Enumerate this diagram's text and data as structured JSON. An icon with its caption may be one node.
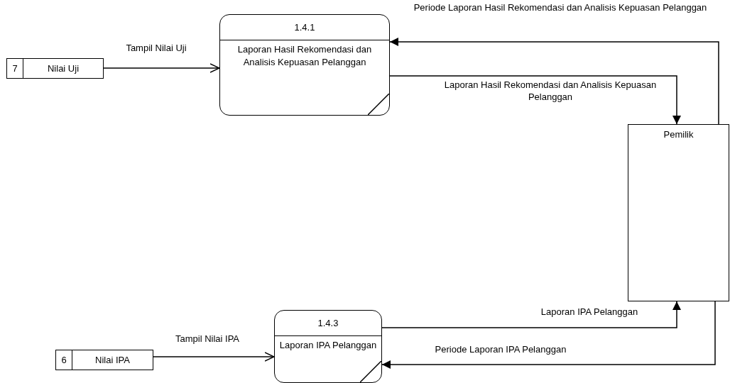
{
  "diagram": {
    "nodes": [
      {
        "text": [
          "1.4.1",
          "Laporan Hasil Rekomendasi dan Analisis Kepuasan Pelanggan"
        ]
      },
      {
        "text": [
          "7",
          "Nilai Uji"
        ]
      },
      {
        "text": [
          "Pemilik"
        ]
      },
      {
        "text": [
          "1.4.3",
          "Laporan IPA Pelanggan"
        ]
      },
      {
        "text": [
          "6",
          "Nilai IPA"
        ]
      }
    ],
    "edges": [
      {
        "from": 1,
        "to": 0,
        "arrow": "to",
        "label": "Tampil Nilai Uji"
      },
      {
        "from": 2,
        "to": 0,
        "arrow": "to",
        "label": "Periode Laporan Hasil Rekomendasi dan Analisis Kepuasan Pelanggan"
      },
      {
        "from": 0,
        "to": 2,
        "arrow": "to",
        "label": "Laporan Hasil Rekomendasi dan Analisis Kepuasan Pelanggan"
      },
      {
        "from": 4,
        "to": 3,
        "arrow": "to",
        "label": "Tampil Nilai IPA"
      },
      {
        "from": 3,
        "to": 2,
        "arrow": "to",
        "label": "Laporan IPA Pelanggan"
      },
      {
        "from": 2,
        "to": 3,
        "arrow": "to",
        "label": "Periode Laporan IPA Pelanggan"
      }
    ]
  }
}
